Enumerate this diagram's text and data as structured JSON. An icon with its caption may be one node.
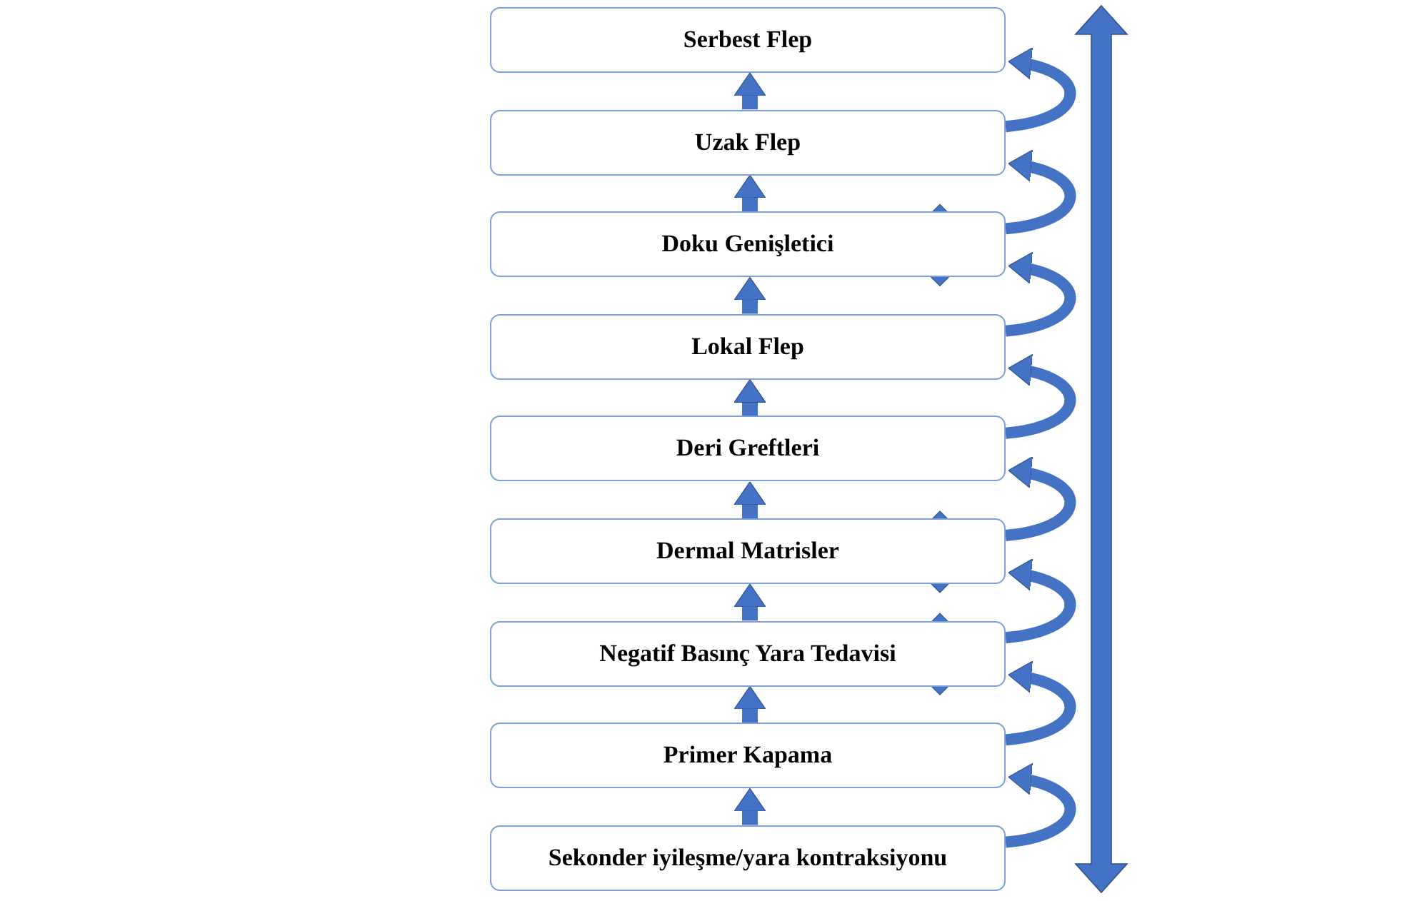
{
  "diagram": {
    "nodes": [
      {
        "text": [
          "Serbest Flep"
        ]
      },
      {
        "text": [
          "Uzak Flep"
        ]
      },
      {
        "text": [
          "Doku Genişletici"
        ]
      },
      {
        "text": [
          "Lokal Flep"
        ]
      },
      {
        "text": [
          "Deri Greftleri"
        ]
      },
      {
        "text": [
          "Dermal Matrisler"
        ]
      },
      {
        "text": [
          "Negatif Basınç Yara Tedavisi"
        ]
      },
      {
        "text": [
          "Primer Kapama"
        ]
      },
      {
        "text": [
          "Sekonder iyileşme/yara kontraksiyonu"
        ]
      }
    ],
    "edges": [
      {
        "from": 1,
        "to": 0,
        "arrow": "to"
      },
      {
        "from": 1,
        "to": 0,
        "arrow": "to"
      },
      {
        "from": 2,
        "to": 1,
        "arrow": "to"
      },
      {
        "from": 2,
        "to": 1,
        "arrow": "to"
      },
      {
        "from": 3,
        "to": 2,
        "arrow": "to"
      },
      {
        "from": 3,
        "to": 2,
        "arrow": "to"
      },
      {
        "from": 4,
        "to": 3,
        "arrow": "to"
      },
      {
        "from": 4,
        "to": 3,
        "arrow": "to"
      },
      {
        "from": 5,
        "to": 4,
        "arrow": "to"
      },
      {
        "from": 5,
        "to": 4,
        "arrow": "to"
      },
      {
        "from": 6,
        "to": 5,
        "arrow": "to"
      },
      {
        "from": 6,
        "to": 5,
        "arrow": "to"
      },
      {
        "from": 7,
        "to": 6,
        "arrow": "to"
      },
      {
        "from": 7,
        "to": 6,
        "arrow": "to"
      },
      {
        "from": 8,
        "to": 7,
        "arrow": "to"
      },
      {
        "from": 8,
        "to": 7,
        "arrow": "to"
      }
    ]
  }
}
